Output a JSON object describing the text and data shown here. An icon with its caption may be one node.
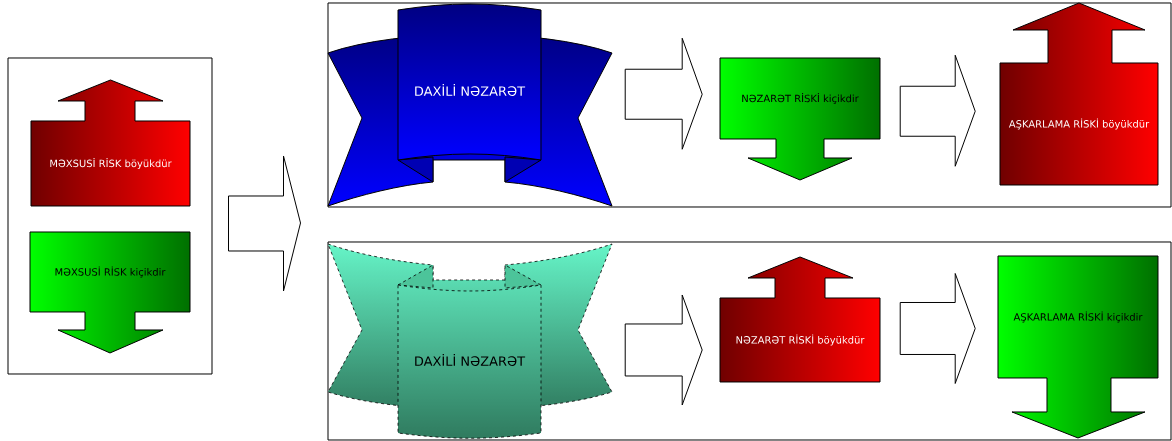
{
  "diagram": {
    "nodes": [
      {
        "text": [],
        "shape": "box"
      },
      {
        "text": [
          "MƏXSUSİ RİSK böyükdür"
        ],
        "in": 0
      },
      {
        "text": [
          "MƏXSUSİ RİSK kiçikdir"
        ],
        "in": 0
      },
      {
        "text": [],
        "shape": "box"
      },
      {
        "text": [
          "DAXİLİ NƏZARƏT"
        ],
        "in": 3
      },
      {
        "text": [
          "NƏZARƏT RİSKİ kiçikdir"
        ],
        "in": 3
      },
      {
        "text": [
          "AŞKARLAMA RİSKİ böyükdür"
        ],
        "in": 3
      },
      {
        "text": [],
        "shape": "box"
      },
      {
        "text": [
          "DAXİLİ NƏZARƏT"
        ],
        "in": 7
      },
      {
        "text": [
          "NƏZARƏT RİSKİ böyükdür"
        ],
        "in": 7
      },
      {
        "text": [
          "AŞKARLAMA RİSKİ kiçikdir"
        ],
        "in": 7
      }
    ],
    "edges": [
      {
        "from": 0,
        "to": 3,
        "arrow": "to"
      },
      {
        "from": 0,
        "to": 7,
        "arrow": "to"
      },
      {
        "from": 4,
        "to": 5,
        "arrow": "to"
      },
      {
        "from": 5,
        "to": 6,
        "arrow": "to"
      },
      {
        "from": 8,
        "to": 9,
        "arrow": "to"
      },
      {
        "from": 9,
        "to": 10,
        "arrow": "to"
      }
    ]
  }
}
